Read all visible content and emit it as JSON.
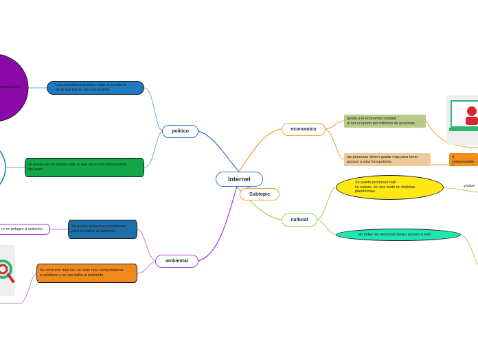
{
  "colors": {
    "root_border": "#2e74c9",
    "politico": "#2e74c9",
    "economico": "#f0a030",
    "cultural": "#9ad64a",
    "ambiental": "#a23ad6",
    "subtopic": "#f0a030",
    "purple_circle": "#8a0aa8",
    "pill_blue": "#1f7bc0",
    "green_cyl": "#12a84a",
    "olive_rect": "#b8c98a",
    "tan_rect": "#f1c89a",
    "orange_rect": "#f0901e",
    "yellow_ell": "#ffe816",
    "teal_ell": "#1ee8b0",
    "blue_cyl": "#1f6fa8",
    "orange_cyl": "#f08a1e"
  },
  "root": {
    "label": "Internet"
  },
  "subtopic": {
    "label": "Subtopic"
  },
  "branches": {
    "politico": {
      "label": "politico",
      "children": [
        {
          "lines": [
            "Los ciudadanos pueden estar al pendiente",
            "de lo que hacen los funcionarios"
          ]
        },
        {
          "lines": [
            "se puede ver en tiempo  real, lo que hacen los funcionarios",
            "las leyes."
          ]
        }
      ],
      "far": {
        "label": "informacion"
      }
    },
    "economico": {
      "label": "economico",
      "children": [
        {
          "lines": [
            "ayuda a la economia mundial",
            "al ser ocupado por millones de personas."
          ]
        },
        {
          "lines": [
            "las personas deben gastar mas para tener",
            "acceso a esta herramienta"
          ]
        }
      ],
      "far": {
        "lines": [
          "las personas d",
          "comunicadas p"
        ]
      }
    },
    "cultural": {
      "label": "cultural",
      "children": [
        {
          "lines": [
            "Se puede promover nejir",
            "ka suiture, ek cine teatri en distintas",
            "plataformas."
          ]
        },
        {
          "lines": [
            "No todas las personas tienen acceso a esto"
          ]
        }
      ],
      "far": {
        "label": "youtuv"
      }
    },
    "ambiental": {
      "label": "ambiental",
      "children": [
        {
          "lines": [
            "Se puede tener mas informacion",
            "para no dañar al ambiente."
          ]
        },
        {
          "lines": [
            "Se consume mas luz, se usan mas computadoras",
            "o celulares y su uso daña  al ambiente."
          ]
        }
      ],
      "far": {
        "label": "re en pelugro d extinción"
      }
    }
  }
}
